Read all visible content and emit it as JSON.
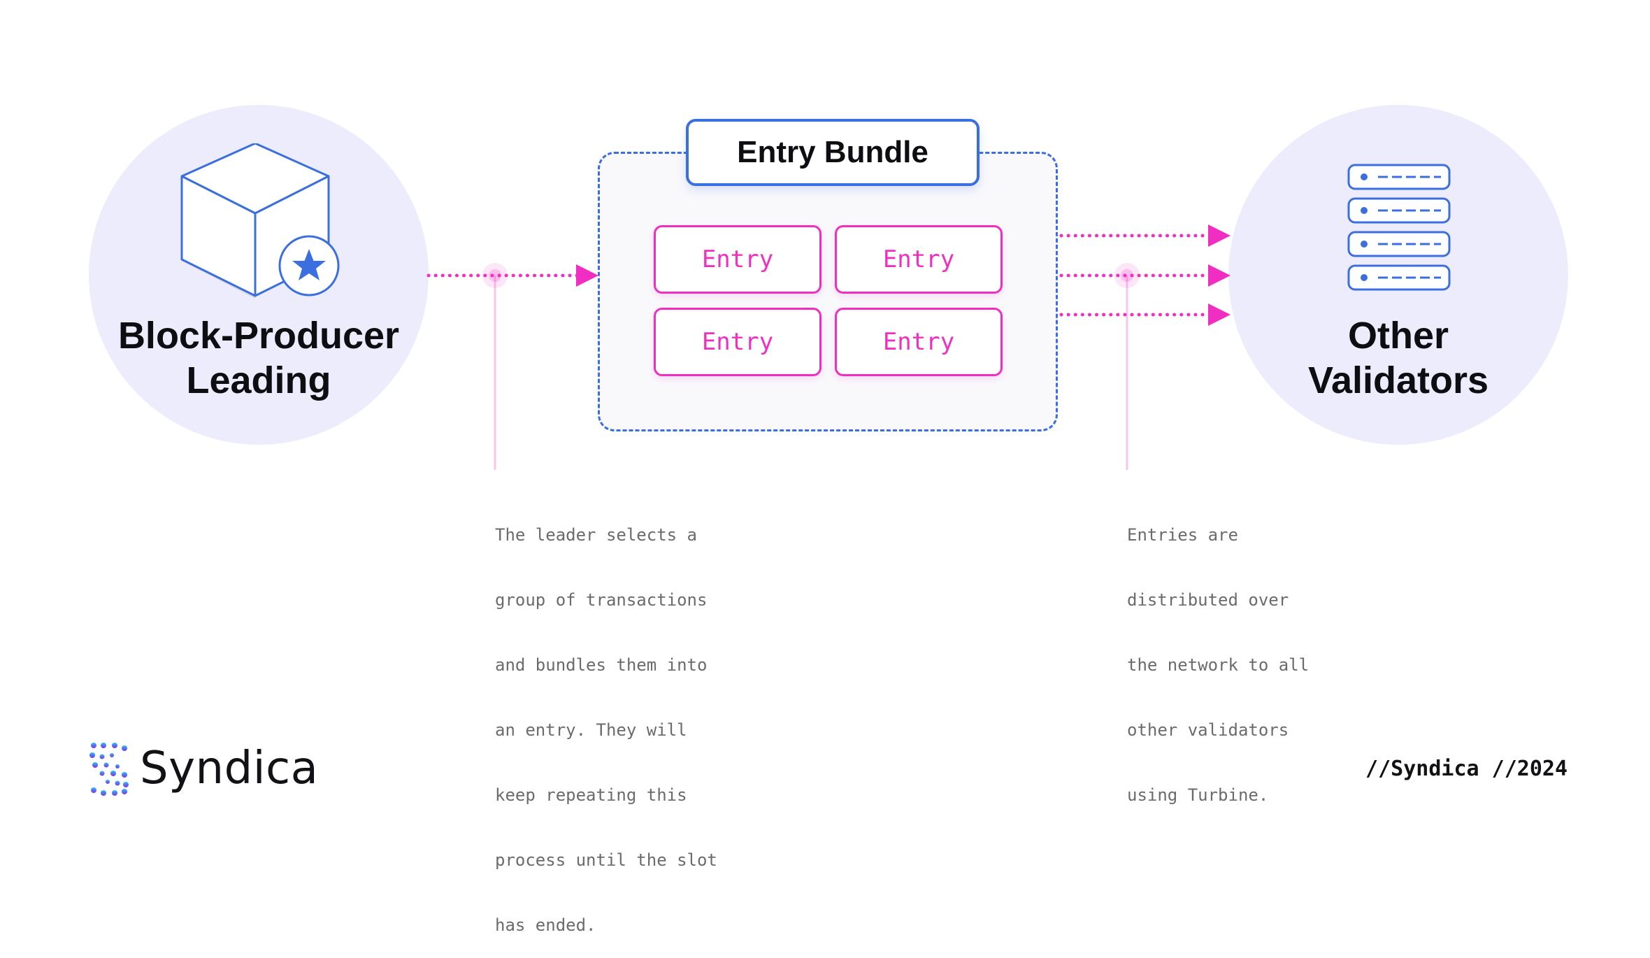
{
  "nodes": {
    "leader": {
      "title_line1": "Block-Producer",
      "title_line2": "Leading",
      "icon": "cube-star-icon"
    },
    "validators": {
      "title_line1": "Other",
      "title_line2": "Validators",
      "icon": "server-stack-icon"
    }
  },
  "bundle": {
    "title": "Entry Bundle",
    "entries": [
      "Entry",
      "Entry",
      "Entry",
      "Entry"
    ]
  },
  "notes": {
    "left": [
      "The leader selects a",
      "group of transactions",
      "and bundles them into",
      "an entry. They will",
      "keep repeating this",
      "process until the slot",
      "has ended."
    ],
    "right": [
      "Entries are",
      "distributed over",
      "the network to all",
      "other validators",
      "using Turbine."
    ]
  },
  "footer": {
    "brand": "Syndica",
    "tag": "//Syndica //2024"
  },
  "colors": {
    "accent_blue": "#3B6FE0",
    "accent_pink": "#F02FC2",
    "circle_fill": "#ECECFC"
  }
}
